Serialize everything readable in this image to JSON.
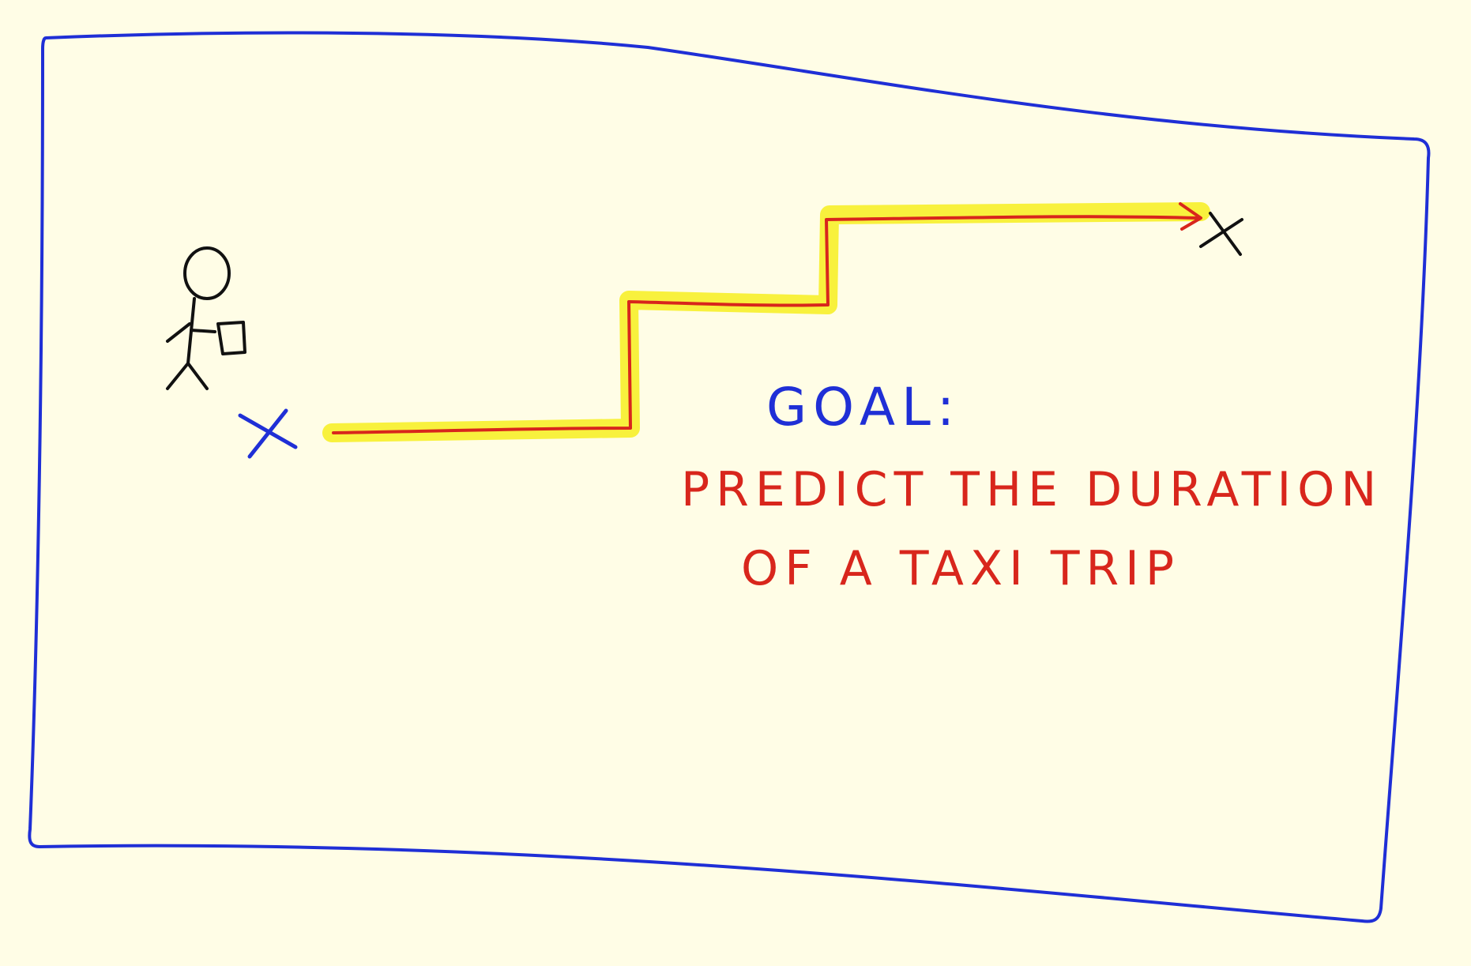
{
  "colors": {
    "background": "#fffde6",
    "frame": "#1f2fd6",
    "route": "#d8261c",
    "highlight": "#f7ef2a",
    "goal_heading": "#1f2fd6",
    "goal_body": "#d8261c",
    "start_marker": "#1f2fd6",
    "end_marker": "#111111",
    "person": "#111111"
  },
  "goal": {
    "heading": "GOAL:",
    "line1": "PREDICT THE DURATION",
    "line2": "OF A TAXI TRIP"
  },
  "icons": {
    "person": "stick-figure-icon",
    "bag": "bag-icon",
    "start": "start-x-marker-icon",
    "end": "destination-x-marker-icon",
    "arrowhead": "arrowhead-icon"
  }
}
